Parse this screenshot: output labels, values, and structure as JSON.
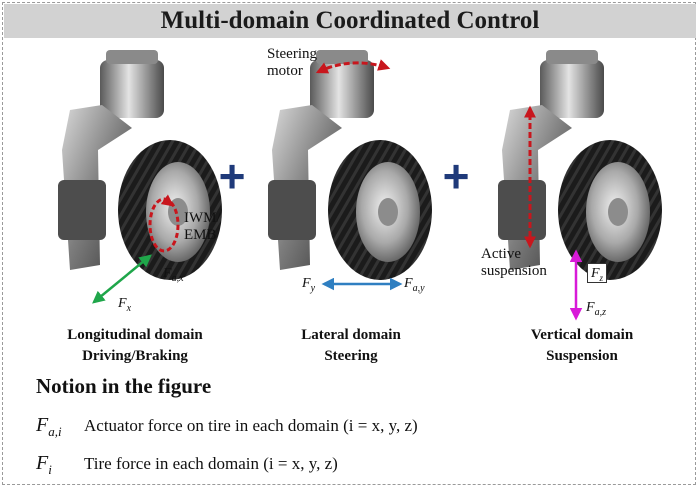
{
  "title": "Multi-domain Coordinated Control",
  "operators": [
    "+",
    "+"
  ],
  "domains": [
    {
      "line1": "Longitudinal domain",
      "line2": "Driving/Braking"
    },
    {
      "line1": "Lateral domain",
      "line2": "Steering"
    },
    {
      "line1": "Vertical domain",
      "line2": "Suspension"
    }
  ],
  "annotations": {
    "iwm_line1": "IWM/",
    "iwm_line2": "EMB",
    "steering_line1": "Steering",
    "steering_line2": "motor",
    "active_line1": "Active",
    "active_line2": "suspension"
  },
  "force_labels": {
    "fax_base": "F",
    "fax_sub": "a,x",
    "fx_base": "F",
    "fx_sub": "x",
    "fy_base": "F",
    "fy_sub": "y",
    "fay_base": "F",
    "fay_sub": "a,y",
    "fz_base": "F",
    "fz_sub": "z",
    "faz_base": "F",
    "faz_sub": "a,z"
  },
  "notion": {
    "title": "Notion in the figure",
    "rows": [
      {
        "sym_base": "F",
        "sym_sub": "a,i",
        "text": "Actuator force on tire in each domain (i = x, y, z)"
      },
      {
        "sym_base": "F",
        "sym_sub": "i",
        "text": "Tire force in each domain (i = x, y, z)"
      }
    ]
  },
  "colors": {
    "title_bg": "#d2d2d2",
    "plus": "#1f3a7a",
    "red_arrow": "#c8161d",
    "green_arrow": "#1fa64a",
    "blue_arrow": "#2f7fc1",
    "magenta_arrow": "#d81ad8"
  }
}
